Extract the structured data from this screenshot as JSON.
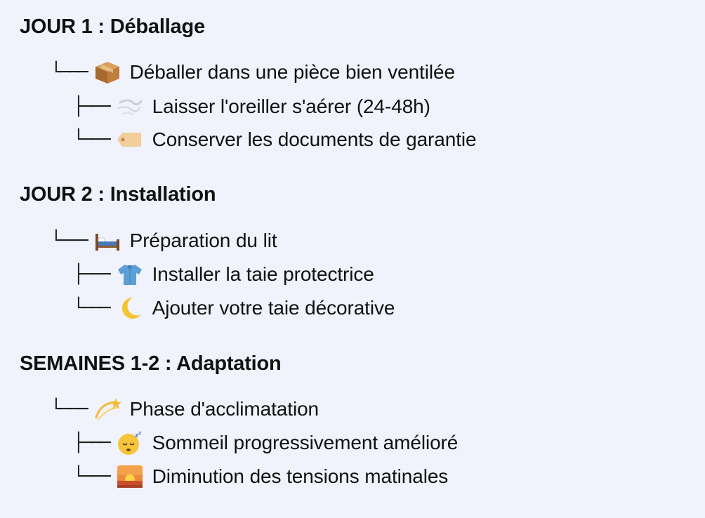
{
  "sections": [
    {
      "title": "JOUR 1 : Déballage",
      "items": [
        {
          "branch": "└───",
          "icon": "package-icon",
          "text": "Déballer dans une pièce bien ventilée"
        },
        {
          "branch": "├───",
          "icon": "wind-icon",
          "text": "Laisser l'oreiller s'aérer (24-48h)"
        },
        {
          "branch": "└───",
          "icon": "label-tag-icon",
          "text": "Conserver les documents de garantie"
        }
      ]
    },
    {
      "title": "JOUR 2 : Installation",
      "items": [
        {
          "branch": "└───",
          "icon": "bed-icon",
          "text": "Préparation du lit"
        },
        {
          "branch": "├───",
          "icon": "shirt-icon",
          "text": "Installer la taie protectrice"
        },
        {
          "branch": "└───",
          "icon": "crescent-moon-icon",
          "text": "Ajouter votre taie décorative"
        }
      ]
    },
    {
      "title": "SEMAINES 1-2 : Adaptation",
      "items": [
        {
          "branch": "└───",
          "icon": "dizzy-star-icon",
          "text": "Phase d'acclimatation"
        },
        {
          "branch": "├───",
          "icon": "sleeping-face-icon",
          "text": "Sommeil progressivement amélioré"
        },
        {
          "branch": "└───",
          "icon": "sunrise-icon",
          "text": "Diminution des tensions matinales"
        }
      ]
    }
  ]
}
